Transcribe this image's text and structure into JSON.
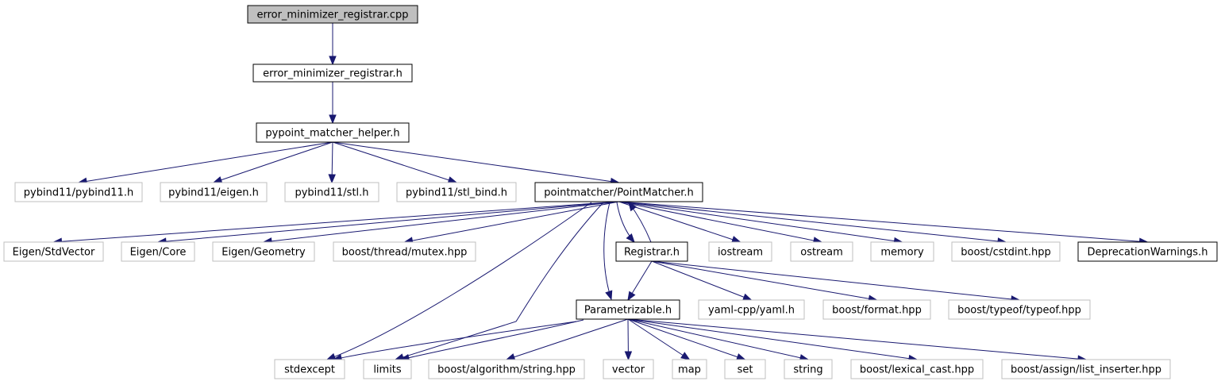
{
  "nodes": [
    {
      "id": "n0",
      "label": "error_minimizer_registrar.cpp",
      "style": "root"
    },
    {
      "id": "n1",
      "label": "error_minimizer_registrar.h",
      "style": "normal"
    },
    {
      "id": "n2",
      "label": "pypoint_matcher_helper.h",
      "style": "normal"
    },
    {
      "id": "n3",
      "label": "pybind11/pybind11.h",
      "style": "external"
    },
    {
      "id": "n4",
      "label": "pybind11/eigen.h",
      "style": "external"
    },
    {
      "id": "n5",
      "label": "pybind11/stl.h",
      "style": "external"
    },
    {
      "id": "n6",
      "label": "pybind11/stl_bind.h",
      "style": "external"
    },
    {
      "id": "n7",
      "label": "pointmatcher/PointMatcher.h",
      "style": "normal"
    },
    {
      "id": "n8",
      "label": "Eigen/StdVector",
      "style": "external"
    },
    {
      "id": "n9",
      "label": "Eigen/Core",
      "style": "external"
    },
    {
      "id": "n10",
      "label": "Eigen/Geometry",
      "style": "external"
    },
    {
      "id": "n11",
      "label": "boost/thread/mutex.hpp",
      "style": "external"
    },
    {
      "id": "n12",
      "label": "Registrar.h",
      "style": "normal"
    },
    {
      "id": "n13",
      "label": "iostream",
      "style": "external"
    },
    {
      "id": "n14",
      "label": "ostream",
      "style": "external"
    },
    {
      "id": "n15",
      "label": "memory",
      "style": "external"
    },
    {
      "id": "n16",
      "label": "boost/cstdint.hpp",
      "style": "external"
    },
    {
      "id": "n17",
      "label": "DeprecationWarnings.h",
      "style": "normal"
    },
    {
      "id": "n18",
      "label": "Parametrizable.h",
      "style": "normal"
    },
    {
      "id": "n19",
      "label": "yaml-cpp/yaml.h",
      "style": "external"
    },
    {
      "id": "n20",
      "label": "boost/format.hpp",
      "style": "external"
    },
    {
      "id": "n21",
      "label": "boost/typeof/typeof.hpp",
      "style": "external"
    },
    {
      "id": "n22",
      "label": "stdexcept",
      "style": "external"
    },
    {
      "id": "n23",
      "label": "limits",
      "style": "external"
    },
    {
      "id": "n24",
      "label": "boost/algorithm/string.hpp",
      "style": "external"
    },
    {
      "id": "n25",
      "label": "vector",
      "style": "external"
    },
    {
      "id": "n26",
      "label": "map",
      "style": "external"
    },
    {
      "id": "n27",
      "label": "set",
      "style": "external"
    },
    {
      "id": "n28",
      "label": "string",
      "style": "external"
    },
    {
      "id": "n29",
      "label": "boost/lexical_cast.hpp",
      "style": "external"
    },
    {
      "id": "n30",
      "label": "boost/assign/list_inserter.hpp",
      "style": "external"
    }
  ],
  "edges": [
    {
      "from": "n0",
      "to": "n1"
    },
    {
      "from": "n1",
      "to": "n2"
    },
    {
      "from": "n2",
      "to": "n3"
    },
    {
      "from": "n2",
      "to": "n4"
    },
    {
      "from": "n2",
      "to": "n5"
    },
    {
      "from": "n2",
      "to": "n6"
    },
    {
      "from": "n2",
      "to": "n7"
    },
    {
      "from": "n7",
      "to": "n8"
    },
    {
      "from": "n7",
      "to": "n9"
    },
    {
      "from": "n7",
      "to": "n10"
    },
    {
      "from": "n7",
      "to": "n11"
    },
    {
      "from": "n7",
      "to": "n12"
    },
    {
      "from": "n7",
      "to": "n13"
    },
    {
      "from": "n7",
      "to": "n14"
    },
    {
      "from": "n7",
      "to": "n15"
    },
    {
      "from": "n7",
      "to": "n16"
    },
    {
      "from": "n7",
      "to": "n17"
    },
    {
      "from": "n7",
      "to": "n18"
    },
    {
      "from": "n7",
      "to": "n22"
    },
    {
      "from": "n7",
      "to": "n23"
    },
    {
      "from": "n12",
      "to": "n7"
    },
    {
      "from": "n12",
      "to": "n18"
    },
    {
      "from": "n12",
      "to": "n19"
    },
    {
      "from": "n12",
      "to": "n20"
    },
    {
      "from": "n12",
      "to": "n21"
    },
    {
      "from": "n18",
      "to": "n22"
    },
    {
      "from": "n18",
      "to": "n23"
    },
    {
      "from": "n18",
      "to": "n24"
    },
    {
      "from": "n18",
      "to": "n25"
    },
    {
      "from": "n18",
      "to": "n26"
    },
    {
      "from": "n18",
      "to": "n27"
    },
    {
      "from": "n18",
      "to": "n28"
    },
    {
      "from": "n18",
      "to": "n29"
    },
    {
      "from": "n18",
      "to": "n30"
    }
  ],
  "colors": {
    "edge": "#191970",
    "root_fill": "#bfbfbf",
    "root_border": "#000000",
    "normal_fill": "#ffffff",
    "normal_border": "#000000",
    "external_border": "#bfbfbf",
    "text": "#000000"
  }
}
